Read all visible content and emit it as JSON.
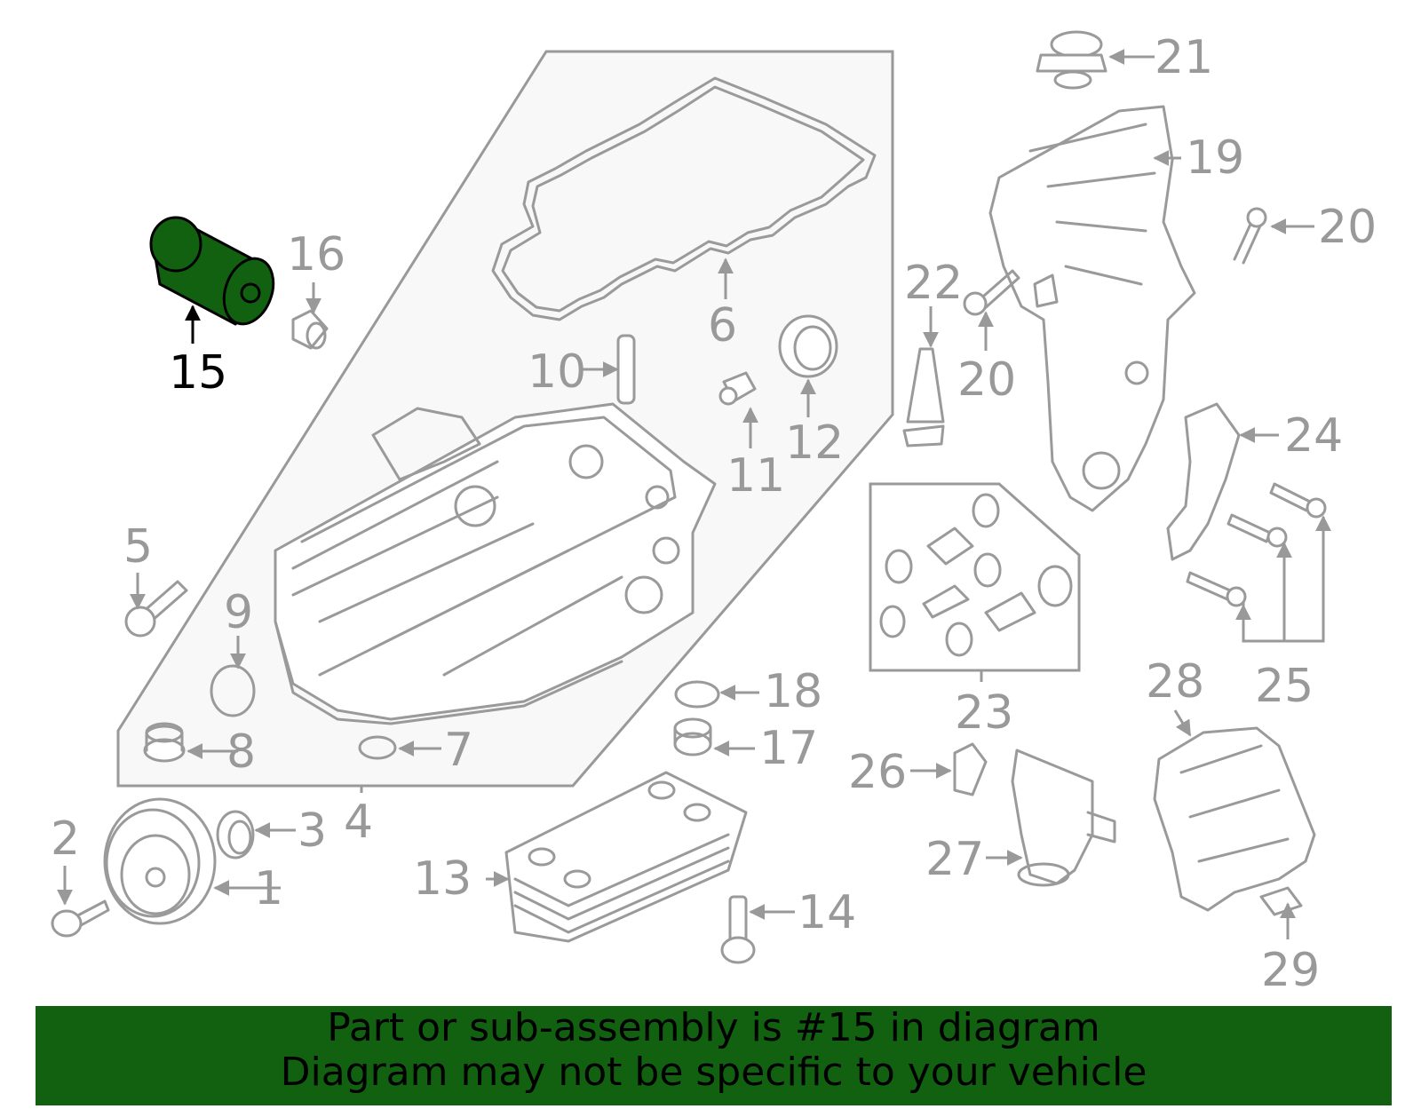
{
  "highlight_color": "#116111",
  "highlighted_part": "15",
  "callouts": [
    "1",
    "2",
    "3",
    "4",
    "5",
    "6",
    "7",
    "8",
    "9",
    "10",
    "11",
    "12",
    "13",
    "14",
    "15",
    "16",
    "17",
    "18",
    "19",
    "20",
    "20",
    "21",
    "22",
    "23",
    "24",
    "25",
    "26",
    "27",
    "28",
    "29"
  ],
  "banner": {
    "line1": "Part or sub-assembly is #15 in diagram",
    "line2": "Diagram may not be specific to your vehicle"
  }
}
